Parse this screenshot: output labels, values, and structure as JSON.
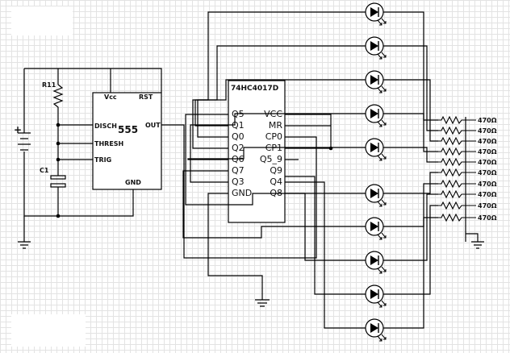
{
  "timer": {
    "name": "555",
    "pins": {
      "vcc": "Vcc",
      "rst": "RST",
      "disch": "DISCH",
      "thresh": "THRESH",
      "trig": "TRIG",
      "out": "OUT",
      "gnd": "GND"
    }
  },
  "counter": {
    "part": "74HC4017D",
    "left_pins": [
      "Q5",
      "Q1",
      "Q0",
      "Q2",
      "Q6",
      "Q7",
      "Q3",
      "GND"
    ],
    "right_pins": [
      "VCC",
      "MR",
      "CP0",
      "CP1",
      "Q5_9",
      "Q9",
      "Q4",
      "Q8"
    ]
  },
  "components": {
    "resistor": "R11",
    "capacitor": "C1",
    "battery_plus": "+"
  },
  "resistor_value": "470Ω",
  "led_count": 10,
  "colors": {
    "wire": "#000000",
    "grid": "#e3e3e3",
    "background": "#ffffff"
  }
}
